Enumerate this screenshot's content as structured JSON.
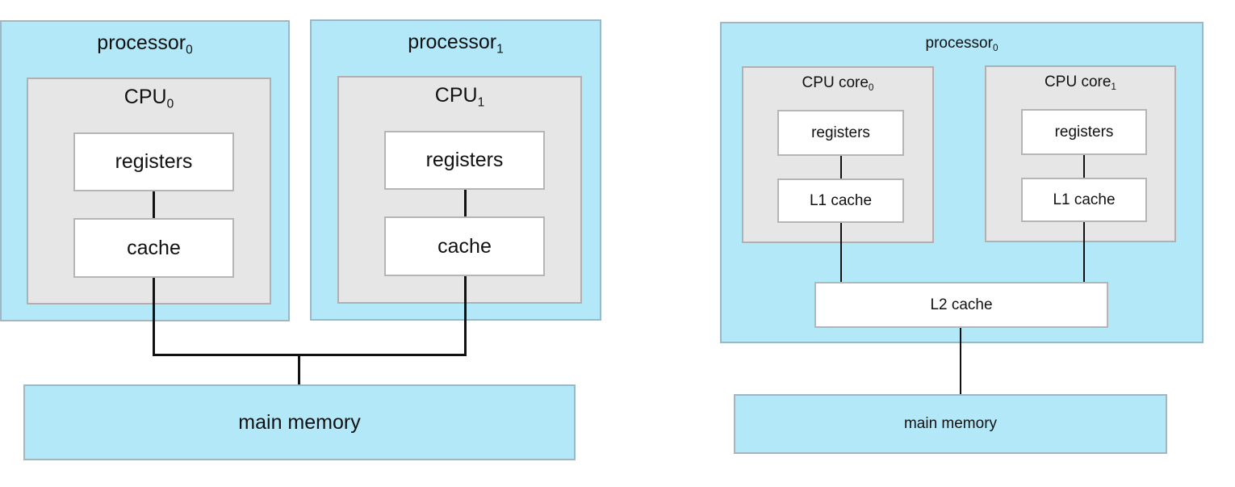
{
  "left_diagram": {
    "processors": [
      {
        "name": "processor",
        "index": "0",
        "cpu_name": "CPU",
        "cpu_index": "0",
        "registers": "registers",
        "cache": "cache"
      },
      {
        "name": "processor",
        "index": "1",
        "cpu_name": "CPU",
        "cpu_index": "1",
        "registers": "registers",
        "cache": "cache"
      }
    ],
    "main_memory": "main memory"
  },
  "right_diagram": {
    "processor": {
      "name": "processor",
      "index": "0"
    },
    "cores": [
      {
        "name": "CPU core",
        "index": "0",
        "registers": "registers",
        "l1_cache": "L1 cache"
      },
      {
        "name": "CPU core",
        "index": "1",
        "registers": "registers",
        "l1_cache": "L1 cache"
      }
    ],
    "l2_cache": "L2 cache",
    "main_memory": "main memory"
  },
  "colors": {
    "processor_fill": "#b3e8f9",
    "cpu_fill": "#e6e6e6",
    "component_fill": "#ffffff",
    "connector": "#111111"
  }
}
